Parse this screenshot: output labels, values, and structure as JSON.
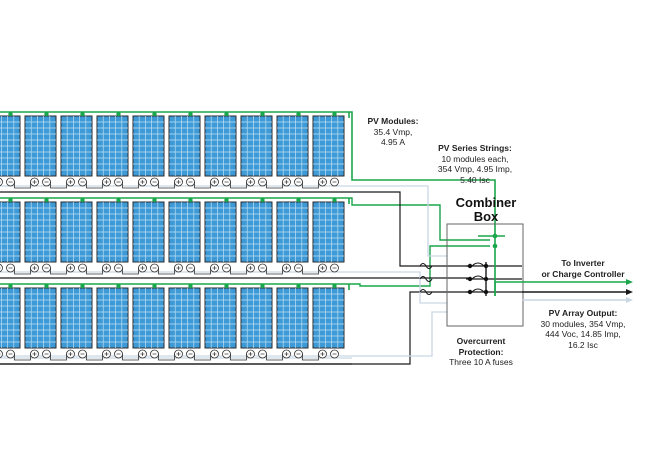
{
  "labels": {
    "pv_modules": {
      "title": "PV Modules:",
      "lines": [
        "35.4 Vmp,",
        "4.95 A"
      ]
    },
    "pv_series_strings": {
      "title": "PV Series Strings:",
      "lines": [
        "10 modules each,",
        "354 Vmp, 4.95 Imp,",
        "5.40 Isc"
      ]
    },
    "combiner_box": {
      "line1": "Combiner",
      "line2": "Box"
    },
    "to_inverter": {
      "title": "To Inverter",
      "title2": "or Charge Controller"
    },
    "pv_array_output": {
      "title": "PV Array Output:",
      "lines": [
        "30 modules, 354 Vmp,",
        "444 Voc, 14.85 Imp,",
        "16.2 Isc"
      ]
    },
    "overcurrent": {
      "title": "Overcurrent",
      "title2": "Protection:",
      "lines": [
        "Three 10 A fuses"
      ]
    }
  },
  "colors": {
    "panel_fill": "#3d9ad6",
    "panel_grid": "#bfe0f4",
    "panel_frame": "#2a2a2a",
    "positive_wire": "#1aa64a",
    "negative_wire": "#1a1a1a",
    "ground_wire": "#c9d6e3",
    "combiner_box": "#666666"
  },
  "array": {
    "rows": 3,
    "modules_per_row": 10,
    "fuses": 3
  }
}
